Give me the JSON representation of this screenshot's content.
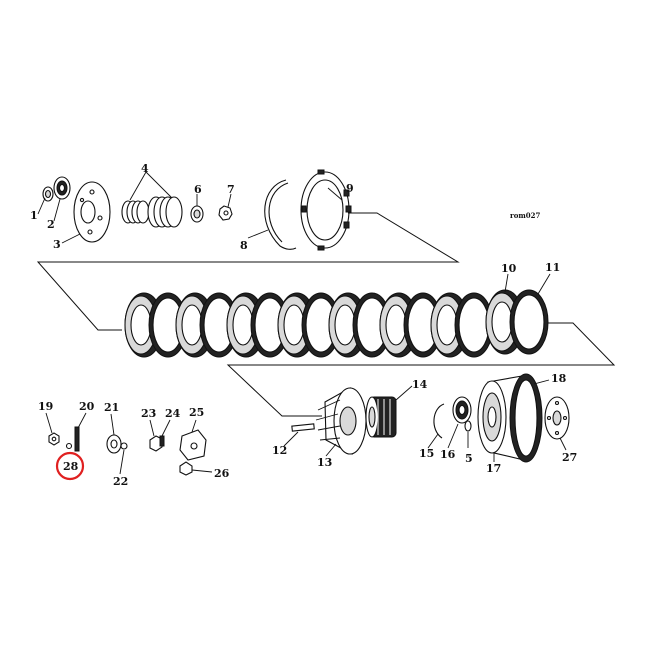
{
  "diagram": {
    "reference": "rom027",
    "highlight_color": "#e02020",
    "highlighted_part": "28",
    "callouts": [
      "1",
      "2",
      "3",
      "4",
      "5",
      "6",
      "7",
      "8",
      "9",
      "10",
      "11",
      "12",
      "13",
      "14",
      "15",
      "16",
      "17",
      "18",
      "19",
      "20",
      "21",
      "22",
      "23",
      "24",
      "25",
      "26",
      "27",
      "28"
    ]
  }
}
